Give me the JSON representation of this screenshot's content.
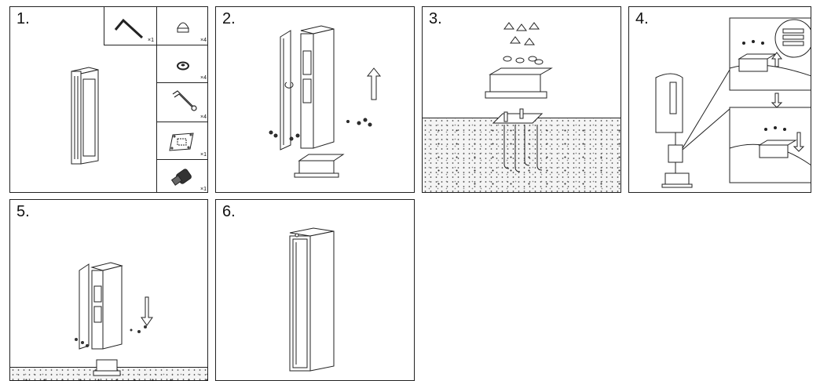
{
  "steps": [
    {
      "number": "1."
    },
    {
      "number": "2."
    },
    {
      "number": "3."
    },
    {
      "number": "4."
    },
    {
      "number": "5."
    },
    {
      "number": "6."
    }
  ],
  "parts": [
    {
      "name": "hex-key",
      "qty": "×1"
    },
    {
      "name": "cap-nut",
      "qty": "×4"
    },
    {
      "name": "washer",
      "qty": "×4"
    },
    {
      "name": "allen-key",
      "qty": "×4"
    },
    {
      "name": "template-plate",
      "qty": "×1"
    },
    {
      "name": "cable-gland",
      "qty": "×1"
    }
  ],
  "colors": {
    "line": "#222222",
    "ground": "#f4f4f4",
    "background": "#ffffff"
  }
}
